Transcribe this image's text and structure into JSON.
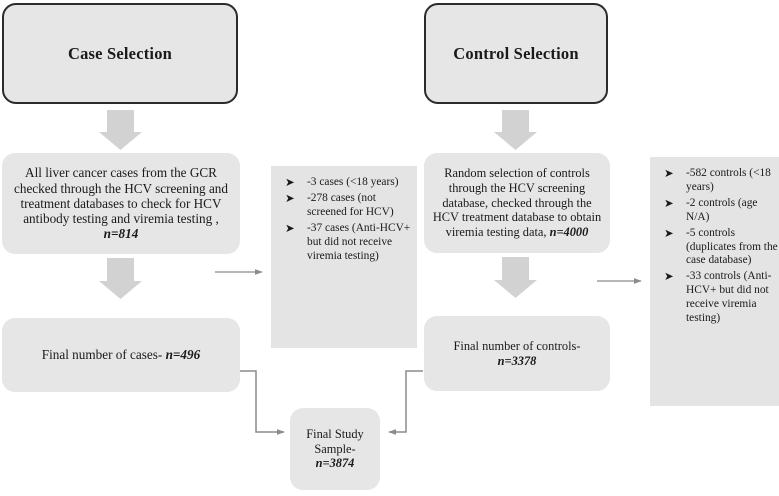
{
  "figure": {
    "type": "flowchart",
    "colors": {
      "box_fill": "#e6e6e6",
      "panel_fill": "#e4e4e4",
      "header_border": "#2b2b2b",
      "block_arrow": "#d2d2d2",
      "line_arrow": "#8c8c8c",
      "text": "#1a1a1a",
      "background": "#ffffff"
    }
  },
  "case_branch": {
    "header": "Case Selection",
    "step1": "All liver cancer cases from the GCR checked through the HCV screening and treatment databases to check for HCV antibody testing and viremia testing , ",
    "step1_n": "n=814",
    "final": "Final number of cases- ",
    "final_n": "n=496",
    "exclusions": [
      "-3 cases (<18 years)",
      "-278 cases (not screened for HCV)",
      "-37 cases (Anti-HCV+ but did not receive viremia testing)"
    ]
  },
  "control_branch": {
    "header": "Control Selection",
    "step1": "Random selection of controls through the HCV screening database, checked through the HCV treatment database to obtain viremia testing data, ",
    "step1_n": "n=4000",
    "final": "Final number of controls-",
    "final_n": "n=3378",
    "exclusions": [
      "-582 controls (<18 years)",
      "-2 controls (age N/A)",
      "-5 controls (duplicates from the case database)",
      "-33 controls (Anti-HCV+ but did not receive viremia testing)"
    ]
  },
  "result": {
    "label": "Final Study Sample-",
    "n": "n=3874"
  },
  "icons": {
    "bullet": "➤",
    "down_arrow": "down-block-arrow",
    "right_arrow": "right-line-arrow"
  }
}
